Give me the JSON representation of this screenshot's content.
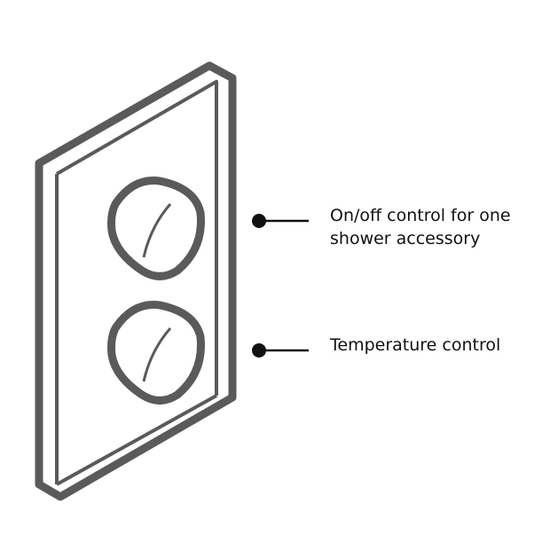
{
  "labels": [
    {
      "line1": "On/off control for one",
      "line2": "shower accessory"
    },
    {
      "line1": "Temperature control"
    }
  ],
  "colors": {
    "outline": "#5a5a5a",
    "text": "#111111"
  }
}
